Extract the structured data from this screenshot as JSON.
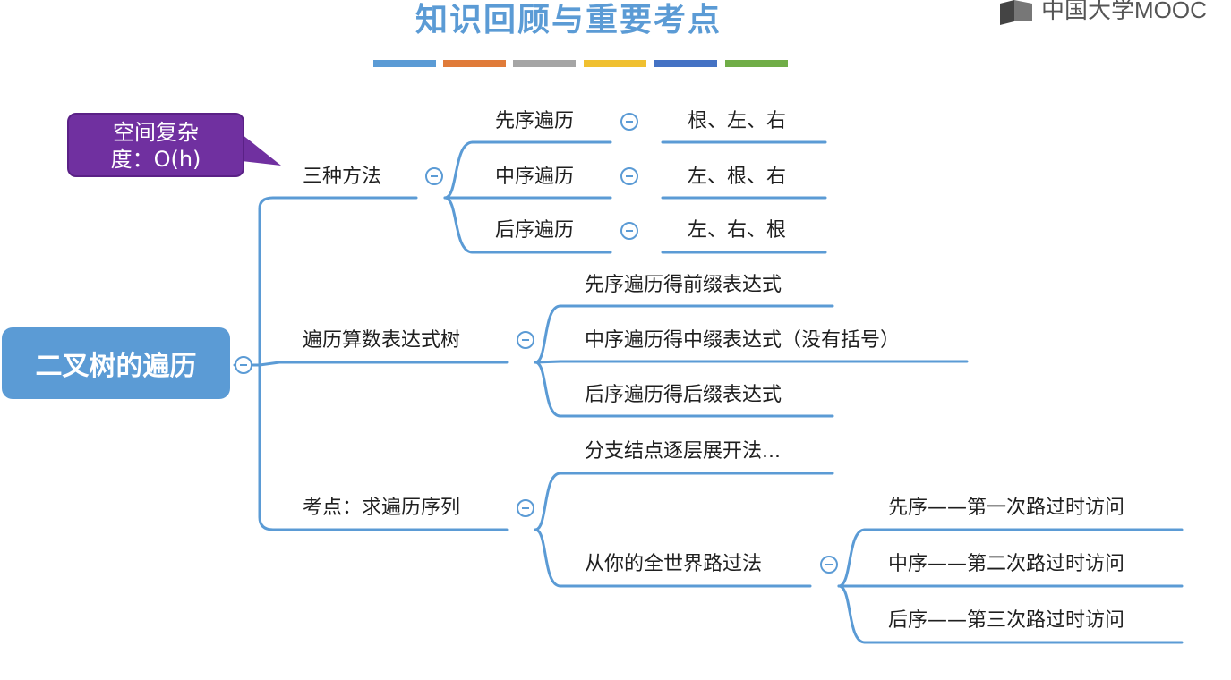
{
  "slide": {
    "title": "知识回顾与重要考点",
    "brand": "中国大学MOOC",
    "stripe_colors": [
      "#5b9bd5",
      "#e07b39",
      "#a5a5a5",
      "#f0c030",
      "#4472c4",
      "#70ad47"
    ]
  },
  "mindmap": {
    "root": "二叉树的遍历",
    "callout": {
      "line1": "空间复杂",
      "line2": "度：O(h)"
    },
    "branches": [
      {
        "label": "三种方法",
        "children": [
          {
            "label": "先序遍历",
            "detail": "根、左、右"
          },
          {
            "label": "中序遍历",
            "detail": "左、根、右"
          },
          {
            "label": "后序遍历",
            "detail": "左、右、根"
          }
        ]
      },
      {
        "label": "遍历算数表达式树",
        "children": [
          {
            "label": "先序遍历得前缀表达式"
          },
          {
            "label": "中序遍历得中缀表达式（没有括号）"
          },
          {
            "label": "后序遍历得后缀表达式"
          }
        ]
      },
      {
        "label": "考点：求遍历序列",
        "children": [
          {
            "label": "分支结点逐层展开法..."
          },
          {
            "label": "从你的全世界路过法",
            "children": [
              {
                "label": "先序——第一次路过时访问"
              },
              {
                "label": "中序——第二次路过时访问"
              },
              {
                "label": "后序——第三次路过时访问"
              }
            ]
          }
        ]
      }
    ]
  }
}
